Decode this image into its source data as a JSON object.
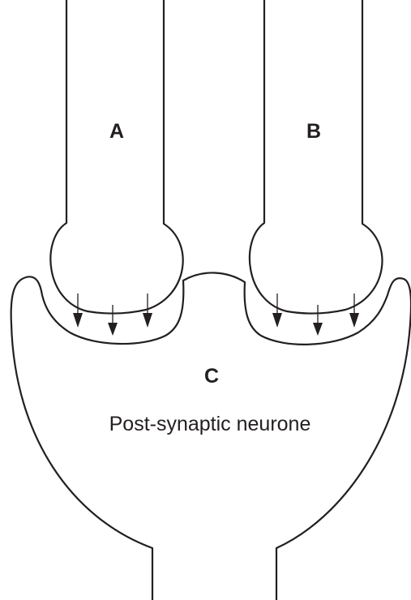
{
  "labels": {
    "neuron_a": "A",
    "neuron_b": "B",
    "neuron_c": "C",
    "postsynaptic_caption": "Post-synaptic neurone"
  },
  "colors": {
    "line": "#231f20",
    "background": "#ffffff"
  }
}
